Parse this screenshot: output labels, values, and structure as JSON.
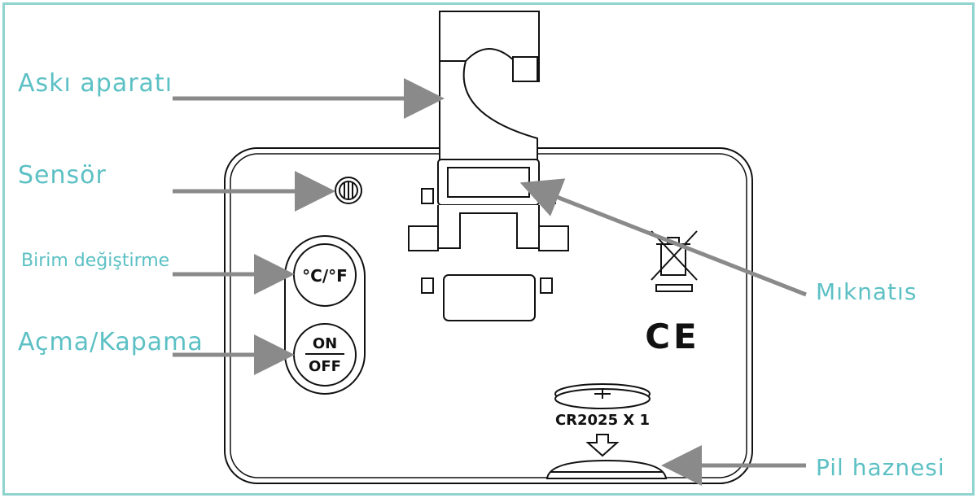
{
  "labels": {
    "hanger": "Askı aparatı",
    "sensor": "Sensör",
    "unit_toggle": "Birim değiştirme",
    "power": "Açma/Kapama",
    "magnet": "Mıknatıs",
    "battery_compartment": "Pil haznesi"
  },
  "device": {
    "unit_button_text": "°C/°F",
    "on_text": "ON",
    "off_text": "OFF",
    "ce_mark": "CE",
    "battery_text": "CR2025 X 1",
    "weee_icon": "crossed-out-bin-icon",
    "arrow_icon": "down-arrow-icon"
  },
  "colors": {
    "label": "#5cc0c4",
    "frame": "#8fd3cf",
    "arrow": "#8a8a8a",
    "line": "#111111"
  }
}
